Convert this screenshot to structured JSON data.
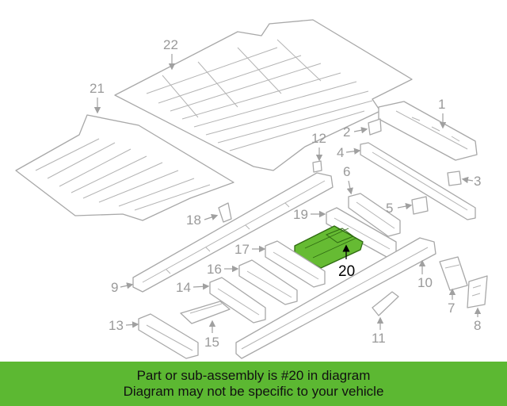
{
  "diagram": {
    "highlight_color": "#66bb33",
    "callouts": [
      "1",
      "2",
      "3",
      "4",
      "5",
      "6",
      "7",
      "8",
      "9",
      "10",
      "11",
      "12",
      "13",
      "14",
      "15",
      "16",
      "17",
      "18",
      "19",
      "20",
      "21",
      "22"
    ],
    "highlighted_part": "20"
  },
  "footer": {
    "line1": "Part or sub-assembly is #20 in diagram",
    "line2": "Diagram may not be specific to your vehicle",
    "background": "#5cb832"
  }
}
